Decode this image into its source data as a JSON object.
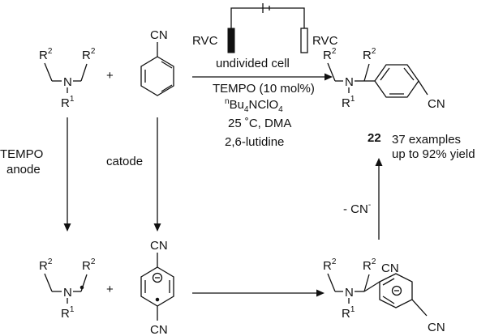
{
  "reactant_amine": {
    "r2_left": "R",
    "r2_left_sup": "2",
    "r2_right": "R",
    "r2_right_sup": "2",
    "n": "N",
    "r1": "R",
    "r1_sup": "1"
  },
  "plus_1": "+",
  "reactant_benzonitrile": {
    "cn": "CN"
  },
  "conditions": {
    "electrode_left": "RVC",
    "electrode_right": "RVC",
    "cell": "undivided cell",
    "catalyst": "TEMPO (10 mol%)",
    "electrolyte_prefix": "n",
    "electrolyte_a": "Bu",
    "electrolyte_sub1": "4",
    "electrolyte_b": "NClO",
    "electrolyte_sub2": "4",
    "temperature": "25 ˚C, DMA",
    "base": "2,6-lutidine"
  },
  "product": {
    "r2_left": "R",
    "r2_left_sup": "2",
    "r2_right": "R",
    "r2_right_sup": "2",
    "n": "N",
    "r1": "R",
    "r1_sup": "1",
    "cn": "CN",
    "compound_number": "22",
    "examples": "37 examples",
    "yield": "up to 92% yield"
  },
  "left_arrow_label": {
    "line1": "TEMPO",
    "line2": "anode"
  },
  "middle_arrow_label": "catode",
  "right_arrow_label": {
    "text": "- CN",
    "sup": "-"
  },
  "radical": {
    "r2_left": "R",
    "r2_left_sup": "2",
    "r2_right": "R",
    "r2_right_sup": "2",
    "n": "N",
    "r1": "R",
    "r1_sup": "1"
  },
  "plus_2": "+",
  "radical_anion": {
    "cn_top": "CN",
    "cn_bottom": "CN",
    "charge": "⊖"
  },
  "adduct": {
    "r2_left": "R",
    "r2_left_sup": "2",
    "r2_right": "R",
    "r2_right_sup": "2",
    "n": "N",
    "r1": "R",
    "r1_sup": "1",
    "cn_top": "CN",
    "cn_bottom": "CN",
    "charge": "⊖"
  }
}
